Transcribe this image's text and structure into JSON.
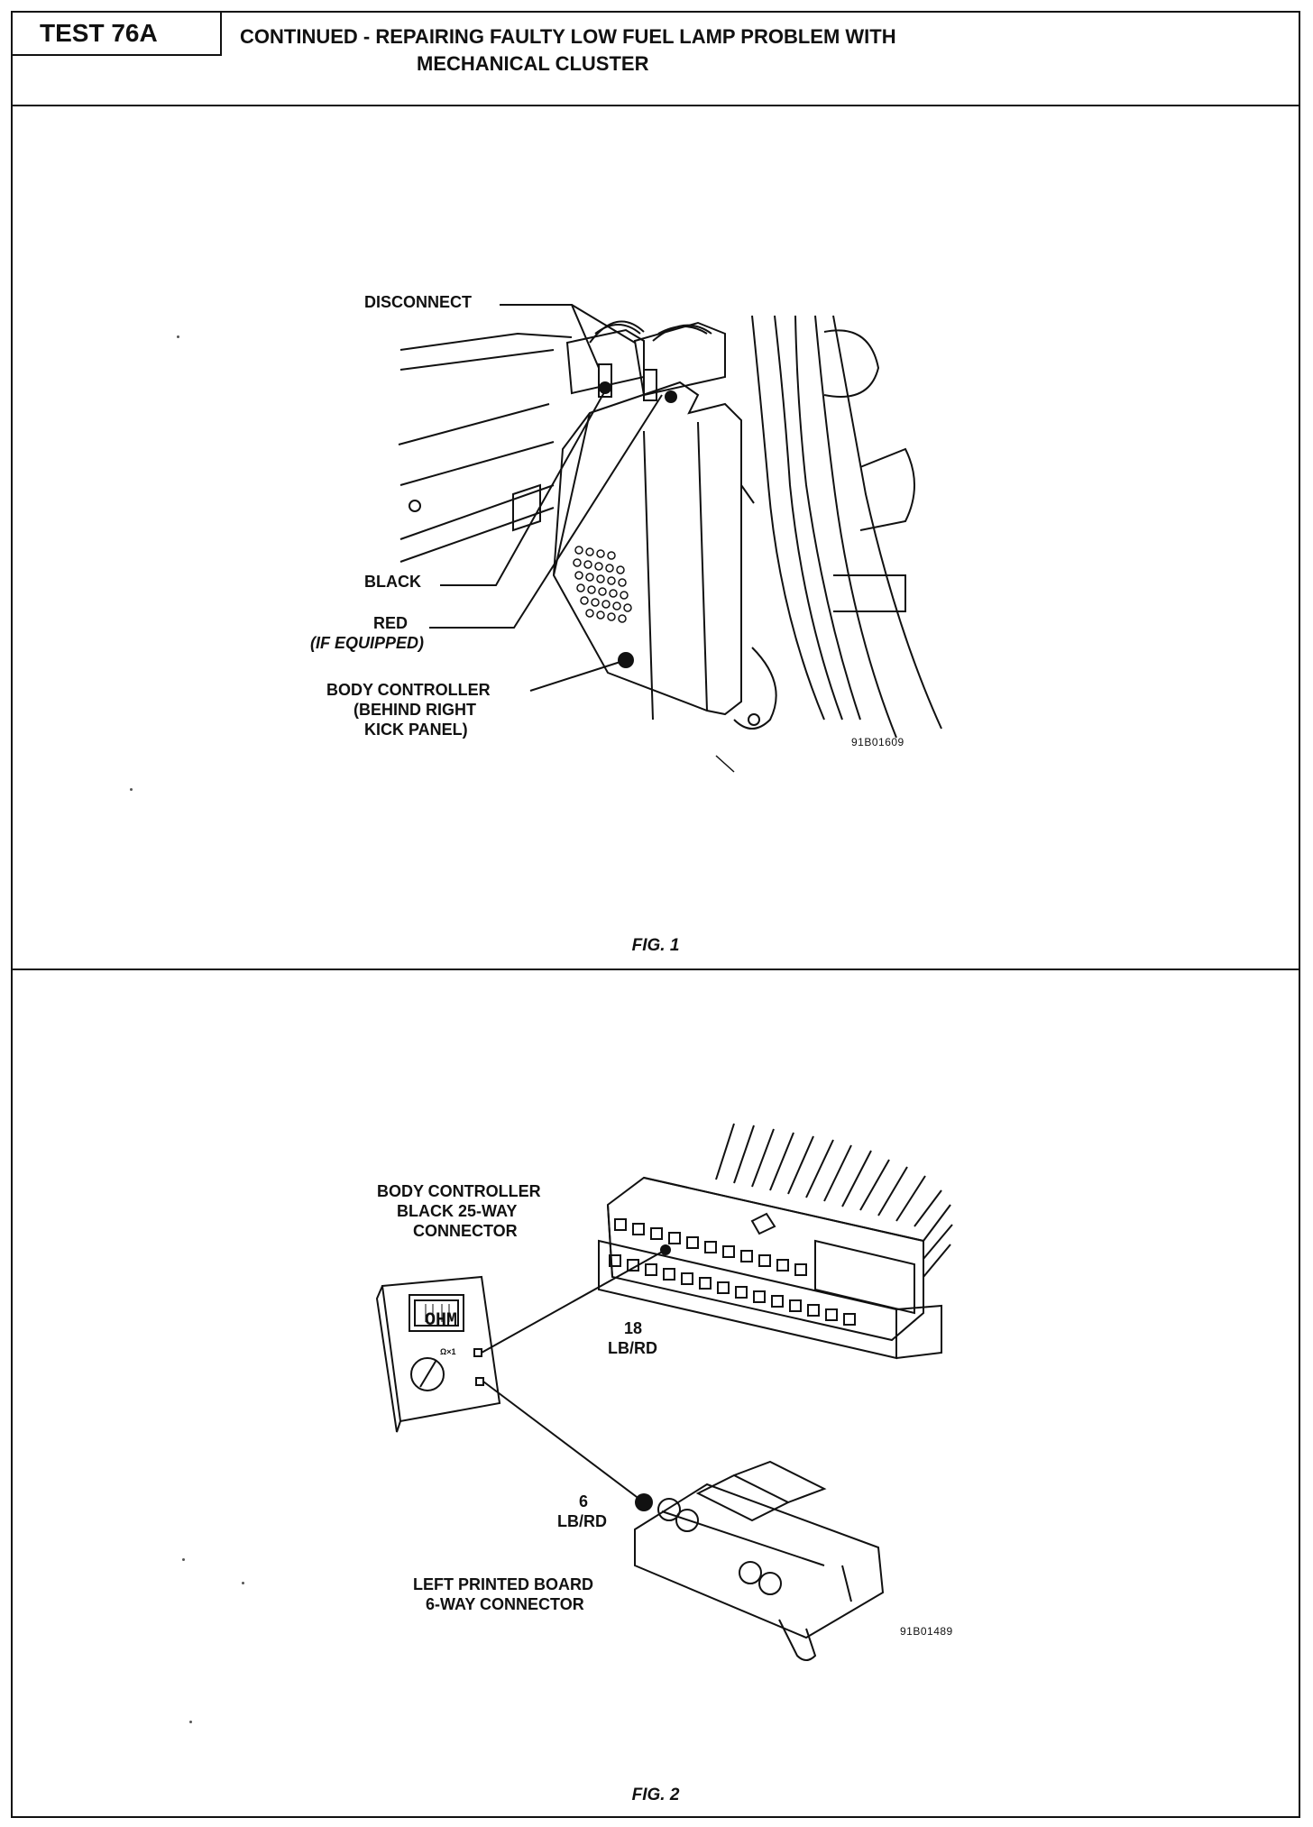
{
  "header": {
    "test_label": "TEST 76A",
    "title_line1": "CONTINUED -  REPAIRING FAULTY LOW FUEL LAMP PROBLEM WITH",
    "title_line2": "MECHANICAL CLUSTER"
  },
  "figure1": {
    "caption": "FIG. 1",
    "labels": {
      "disconnect": "DISCONNECT",
      "black": "BLACK",
      "red": "RED",
      "red_note": "(IF EQUIPPED)",
      "body_controller_1": "BODY CONTROLLER",
      "body_controller_2": "(BEHIND RIGHT",
      "body_controller_3": "KICK PANEL)"
    },
    "code": "91B01609"
  },
  "figure2": {
    "caption": "FIG. 2",
    "labels": {
      "bc_1": "BODY CONTROLLER",
      "bc_2": "BLACK 25-WAY",
      "bc_3": "CONNECTOR",
      "pin18_num": "18",
      "pin18_wire": "LB/RD",
      "pin6_num": "6",
      "pin6_wire": "LB/RD",
      "lpb_1": "LEFT PRINTED BOARD",
      "lpb_2": "6-WAY CONNECTOR",
      "meter_display": "OHM",
      "meter_range": "Ω×1"
    },
    "code": "91B01489"
  }
}
